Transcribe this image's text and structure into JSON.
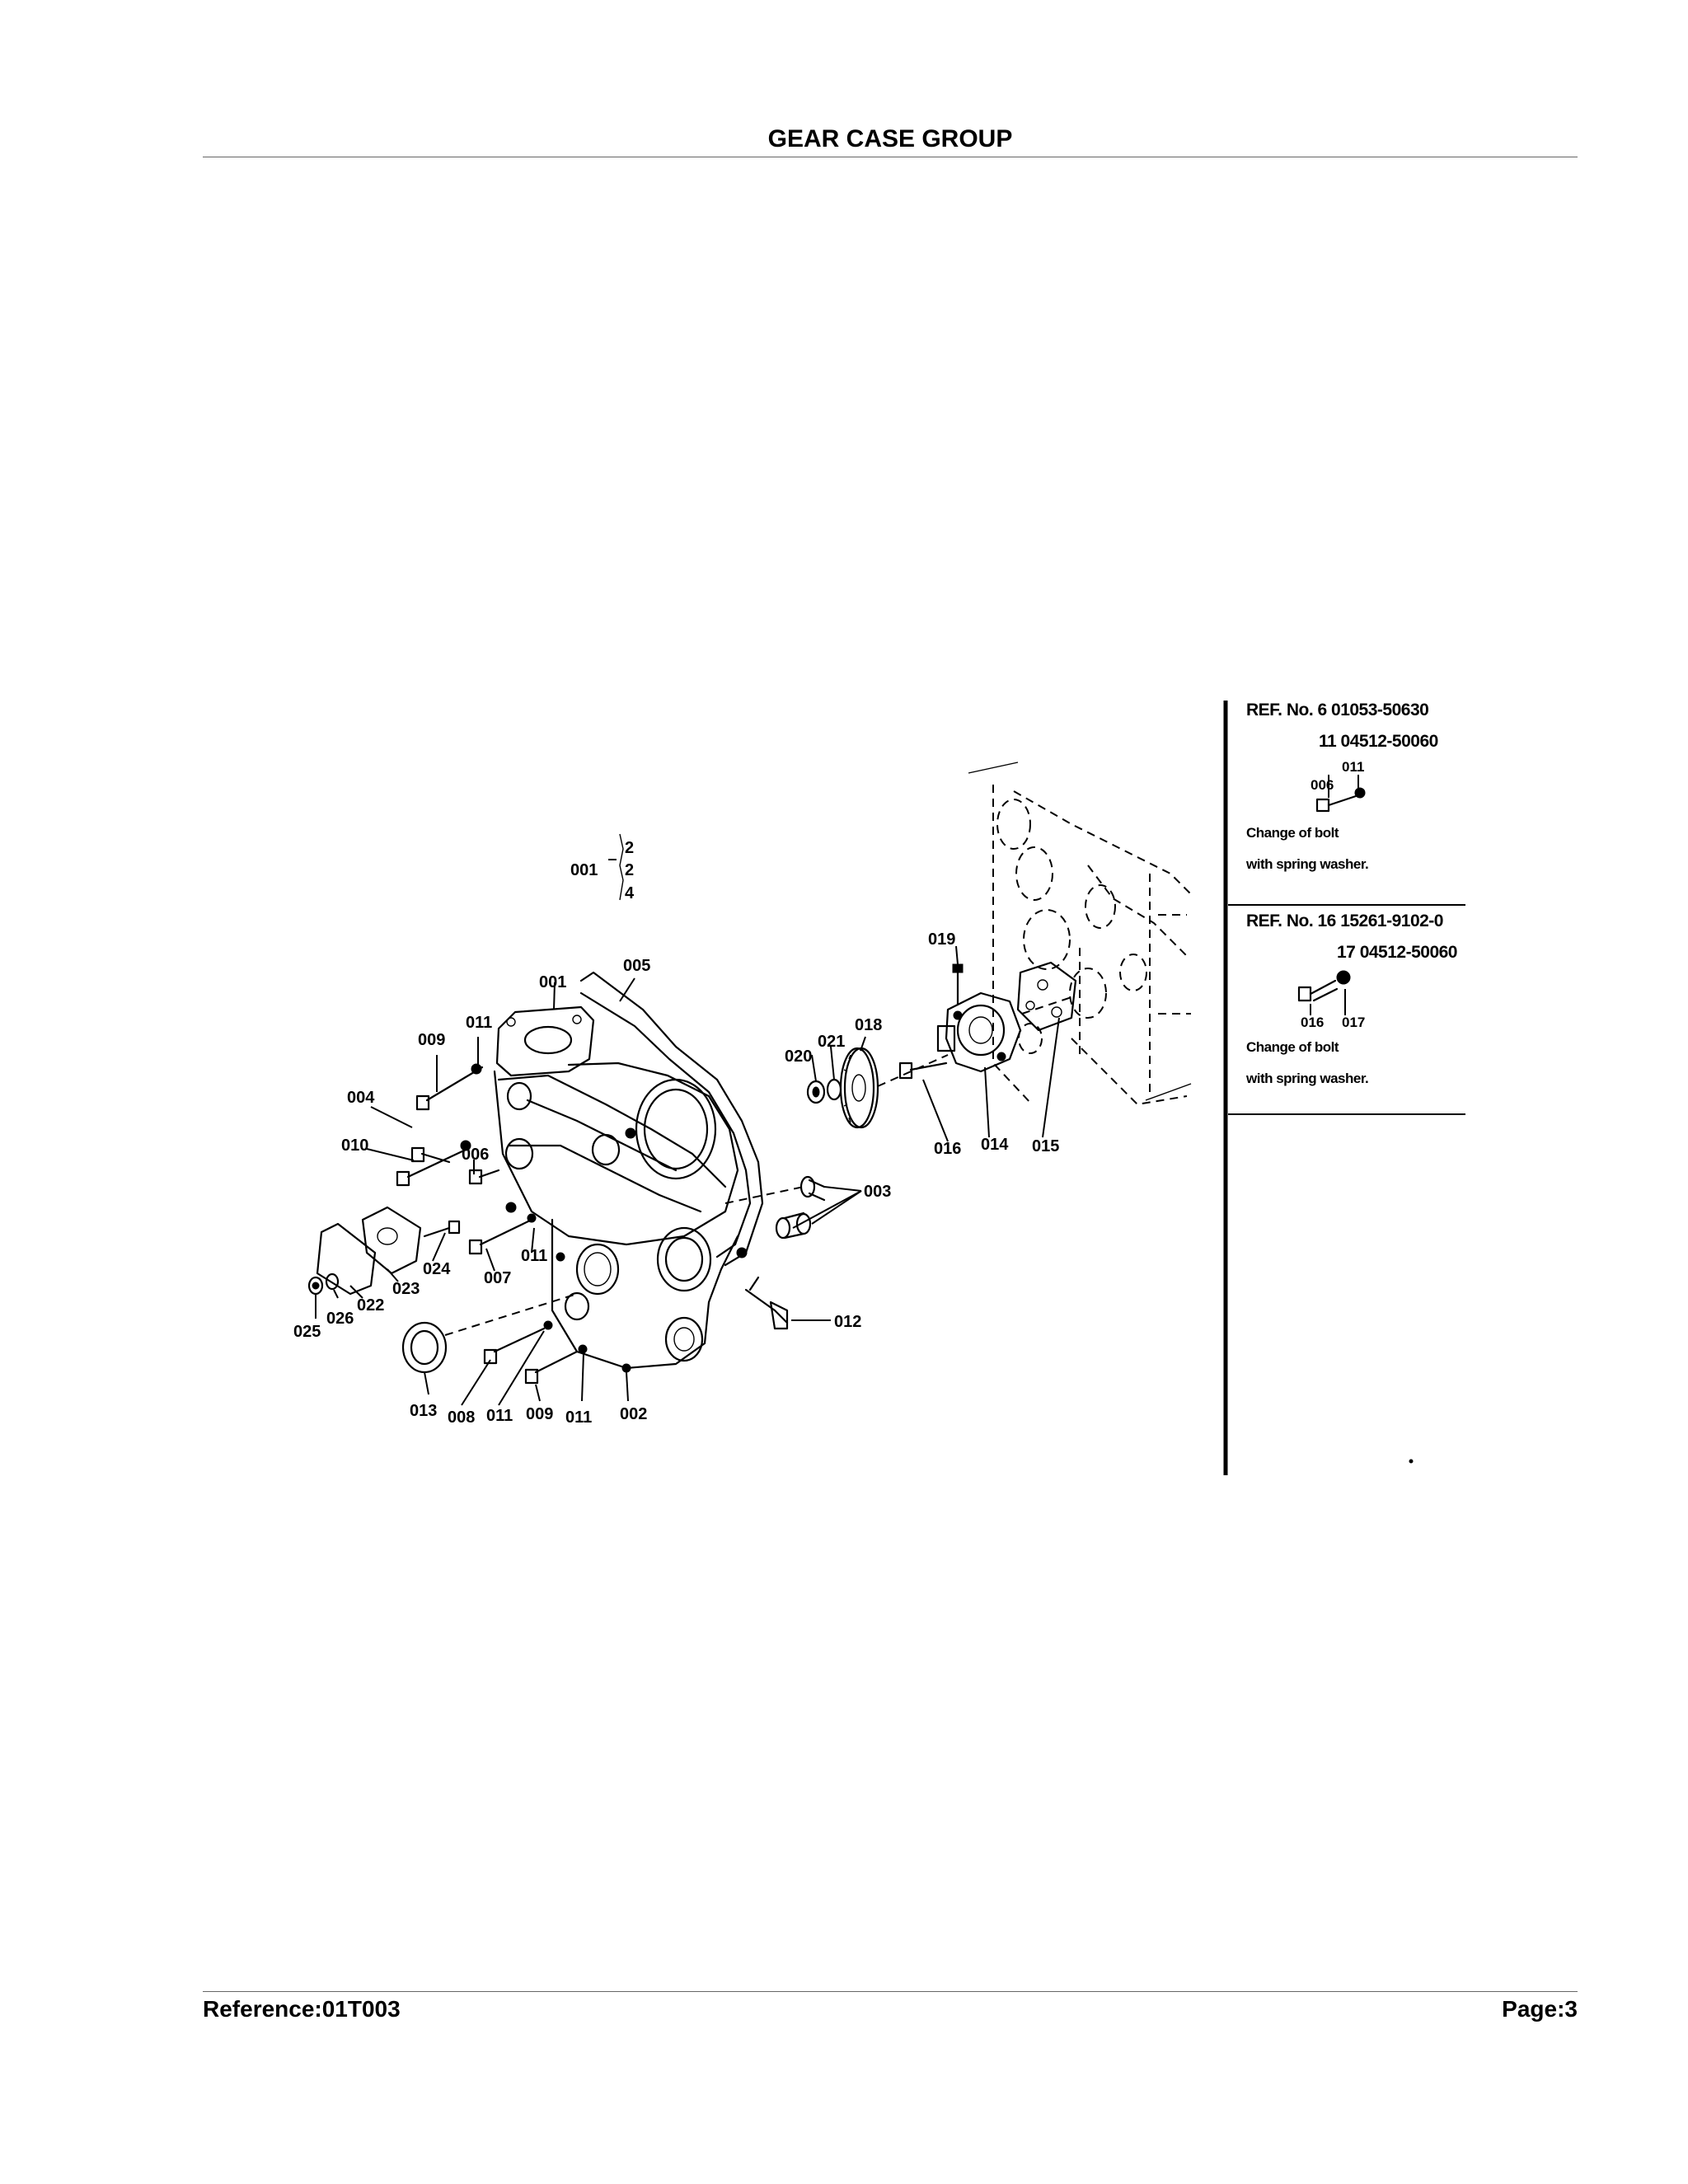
{
  "header": {
    "title": "GEAR CASE GROUP"
  },
  "footer": {
    "reference": "Reference:01T003",
    "page": "Page:3"
  },
  "callouts": {
    "c001a": "001",
    "c001b": "001",
    "c002": "002",
    "c003": "003",
    "c004": "004",
    "c005": "005",
    "c006": "006",
    "c007": "007",
    "c008": "008",
    "c009a": "009",
    "c009b": "009",
    "c010": "010",
    "c011a": "011",
    "c011b": "011",
    "c011c": "011",
    "c011d": "011",
    "c012": "012",
    "c013": "013",
    "c014": "014",
    "c015": "015",
    "c016": "016",
    "c018": "018",
    "c019": "019",
    "c020": "020",
    "c021": "021",
    "c022": "022",
    "c023": "023",
    "c024": "024",
    "c025": "025",
    "c026": "026"
  },
  "variants_001": [
    "2",
    "2",
    "4"
  ],
  "ref_notes": [
    {
      "line1": "REF. No. 6  01053-50630",
      "line2": "11  04512-50060",
      "parts": [
        "006",
        "011"
      ],
      "desc1": "Change of bolt",
      "desc2": "with spring washer."
    },
    {
      "line1": "REF. No. 16  15261-9102-0",
      "line2": "17  04512-50060",
      "parts": [
        "016",
        "017"
      ],
      "desc1": "Change of bolt",
      "desc2": "with spring washer."
    }
  ]
}
